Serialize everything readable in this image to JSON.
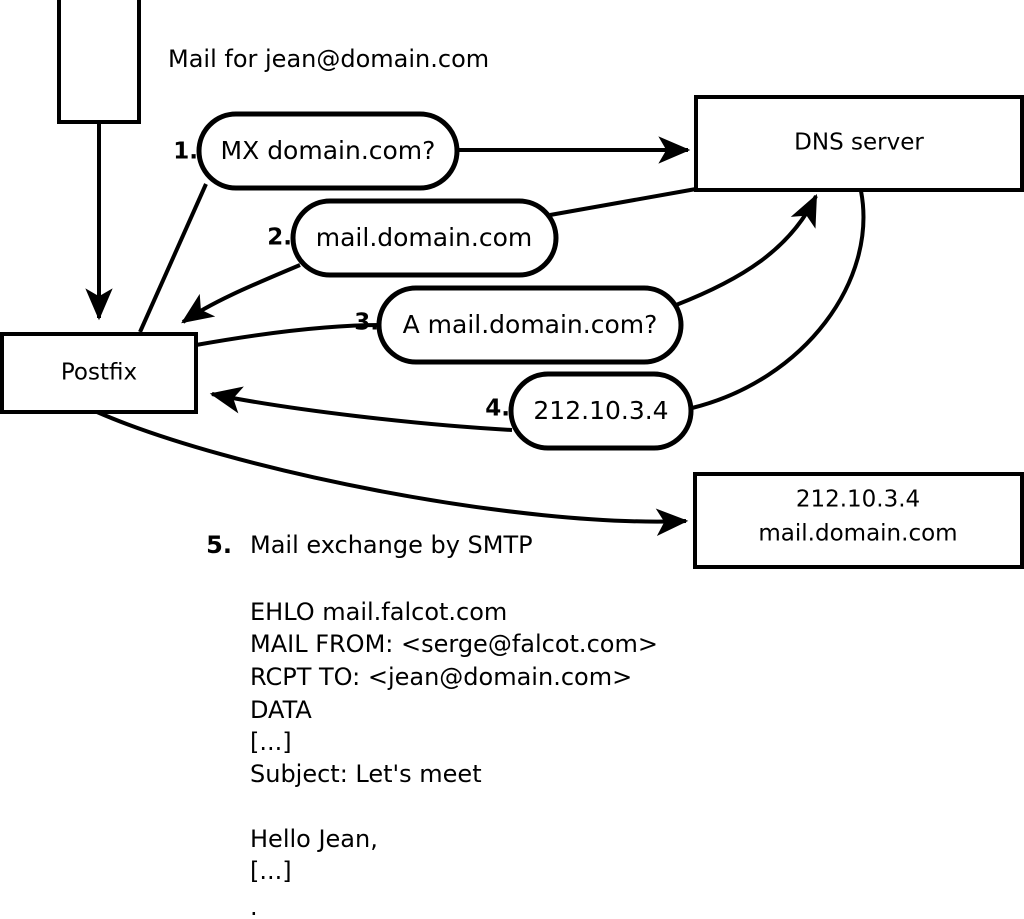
{
  "diagram": {
    "title_text": "Mail for jean@domain.com",
    "nodes": {
      "mail_client": {
        "label": ""
      },
      "postfix": {
        "label": "Postfix"
      },
      "dns_server": {
        "label": "DNS server"
      },
      "target_server": {
        "line1": "212.10.3.4",
        "line2": "mail.domain.com"
      }
    },
    "steps": [
      {
        "num": "1.",
        "label": "MX domain.com?"
      },
      {
        "num": "2.",
        "label": "mail.domain.com"
      },
      {
        "num": "3.",
        "label": "A mail.domain.com?"
      },
      {
        "num": "4.",
        "label": "212.10.3.4"
      }
    ],
    "caption": {
      "num": "5.",
      "text": "Mail exchange by SMTP"
    },
    "smtp_session": [
      "EHLO mail.falcot.com",
      "MAIL FROM: <serge@falcot.com>",
      "RCPT TO: <jean@domain.com>",
      "DATA",
      "[...]",
      "Subject: Let's meet",
      "",
      "Hello Jean,",
      "[...]",
      "."
    ],
    "colors": {
      "stroke": "#000000",
      "fill": "#ffffff",
      "background": "#ffffff"
    }
  }
}
